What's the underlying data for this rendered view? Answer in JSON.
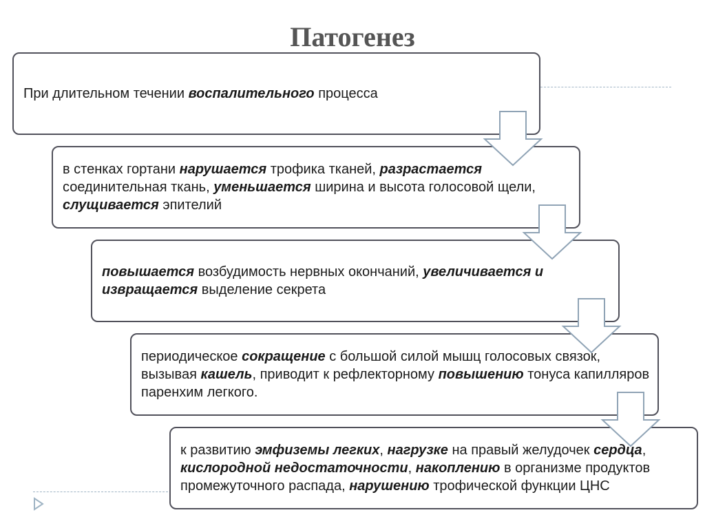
{
  "title": "Патогенез",
  "steps": [
    [
      {
        "t": "При длительном течении ",
        "e": false
      },
      {
        "t": "воспалительного",
        "e": true
      },
      {
        "t": " процесса",
        "e": false
      }
    ],
    [
      {
        "t": "в стенках гортани ",
        "e": false
      },
      {
        "t": "нарушается",
        "e": true
      },
      {
        "t": " трофика тканей, ",
        "e": false
      },
      {
        "t": "разрастается",
        "e": true
      },
      {
        "t": " соединительная ткань, ",
        "e": false
      },
      {
        "t": "уменьшается",
        "e": true
      },
      {
        "t": " ширина и высота голосовой щели, ",
        "e": false
      },
      {
        "t": "слущивается",
        "e": true
      },
      {
        "t": " эпителий",
        "e": false
      }
    ],
    [
      {
        "t": "повышается",
        "e": true
      },
      {
        "t": " возбудимость нервных окончаний, ",
        "e": false
      },
      {
        "t": "увеличивается и извращается",
        "e": true
      },
      {
        "t": " выделение секрета",
        "e": false
      }
    ],
    [
      {
        "t": "периодическое ",
        "e": false
      },
      {
        "t": "сокращение",
        "e": true
      },
      {
        "t": " с большой силой мышц голосовых связок, вызывая ",
        "e": false
      },
      {
        "t": "кашель",
        "e": true
      },
      {
        "t": ", приводит к рефлекторному ",
        "e": false
      },
      {
        "t": "повышению",
        "e": true
      },
      {
        "t": " тонуса капилляров паренхим легкого.",
        "e": false
      }
    ],
    [
      {
        "t": "к развитию ",
        "e": false
      },
      {
        "t": "эмфиземы легких",
        "e": true
      },
      {
        "t": ", ",
        "e": false
      },
      {
        "t": "нагрузке",
        "e": true
      },
      {
        "t": " на правый желудочек ",
        "e": false
      },
      {
        "t": "сердца",
        "e": true
      },
      {
        "t": ", ",
        "e": false
      },
      {
        "t": "кислородной недостаточности",
        "e": true
      },
      {
        "t": ", ",
        "e": false
      },
      {
        "t": "накоплению",
        "e": true
      },
      {
        "t": " в организме продуктов промежуточного распада, ",
        "e": false
      },
      {
        "t": "нарушению",
        "e": true
      },
      {
        "t": " трофической функции ЦНС",
        "e": false
      }
    ]
  ]
}
